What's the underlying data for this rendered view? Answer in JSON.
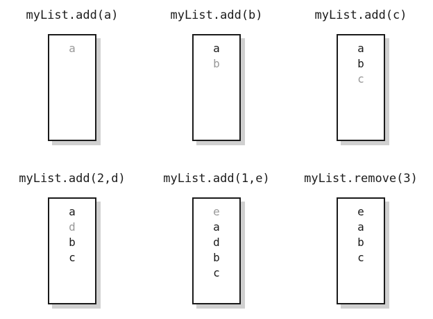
{
  "colors": {
    "ink": "#1a1a1a",
    "muted": "#999999",
    "shadow": "#d0d0d0",
    "background": "#ffffff"
  },
  "panels": [
    {
      "label": "myList.add(a)",
      "items": [
        {
          "text": "a",
          "new": true
        }
      ]
    },
    {
      "label": "myList.add(b)",
      "items": [
        {
          "text": "a",
          "new": false
        },
        {
          "text": "b",
          "new": true
        }
      ]
    },
    {
      "label": "myList.add(c)",
      "items": [
        {
          "text": "a",
          "new": false
        },
        {
          "text": "b",
          "new": false
        },
        {
          "text": "c",
          "new": true
        }
      ]
    },
    {
      "label": "myList.add(2,d)",
      "items": [
        {
          "text": "a",
          "new": false
        },
        {
          "text": "d",
          "new": true
        },
        {
          "text": "b",
          "new": false
        },
        {
          "text": "c",
          "new": false
        }
      ]
    },
    {
      "label": "myList.add(1,e)",
      "items": [
        {
          "text": "e",
          "new": true
        },
        {
          "text": "a",
          "new": false
        },
        {
          "text": "d",
          "new": false
        },
        {
          "text": "b",
          "new": false
        },
        {
          "text": "c",
          "new": false
        }
      ]
    },
    {
      "label": "myList.remove(3)",
      "items": [
        {
          "text": "e",
          "new": false
        },
        {
          "text": "a",
          "new": false
        },
        {
          "text": "b",
          "new": false
        },
        {
          "text": "c",
          "new": false
        }
      ]
    }
  ]
}
